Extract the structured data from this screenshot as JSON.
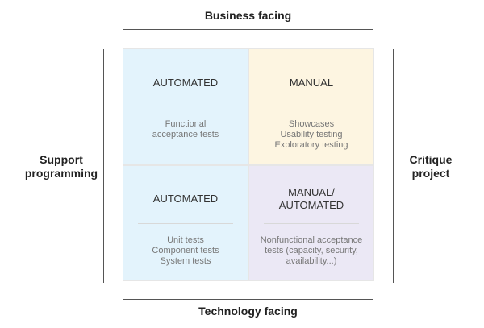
{
  "axes": {
    "top": "Business facing",
    "bottom": "Technology facing",
    "left": "Support\nprogramming",
    "right": "Critique\nproject"
  },
  "quadrants": {
    "top_left": {
      "title": "AUTOMATED",
      "body": "Functional\nacceptance tests",
      "color": "#e3f3fc"
    },
    "top_right": {
      "title": "MANUAL",
      "body": "Showcases\nUsability testing\nExploratory testing",
      "color": "#fdf5e1"
    },
    "bottom_left": {
      "title": "AUTOMATED",
      "body": "Unit tests\nComponent tests\nSystem tests",
      "color": "#e3f3fc"
    },
    "bottom_right": {
      "title": "MANUAL/\nAUTOMATED",
      "body": "Nonfunctional acceptance\ntests (capacity, security,\navailability...)",
      "color": "#ebe8f5"
    }
  }
}
